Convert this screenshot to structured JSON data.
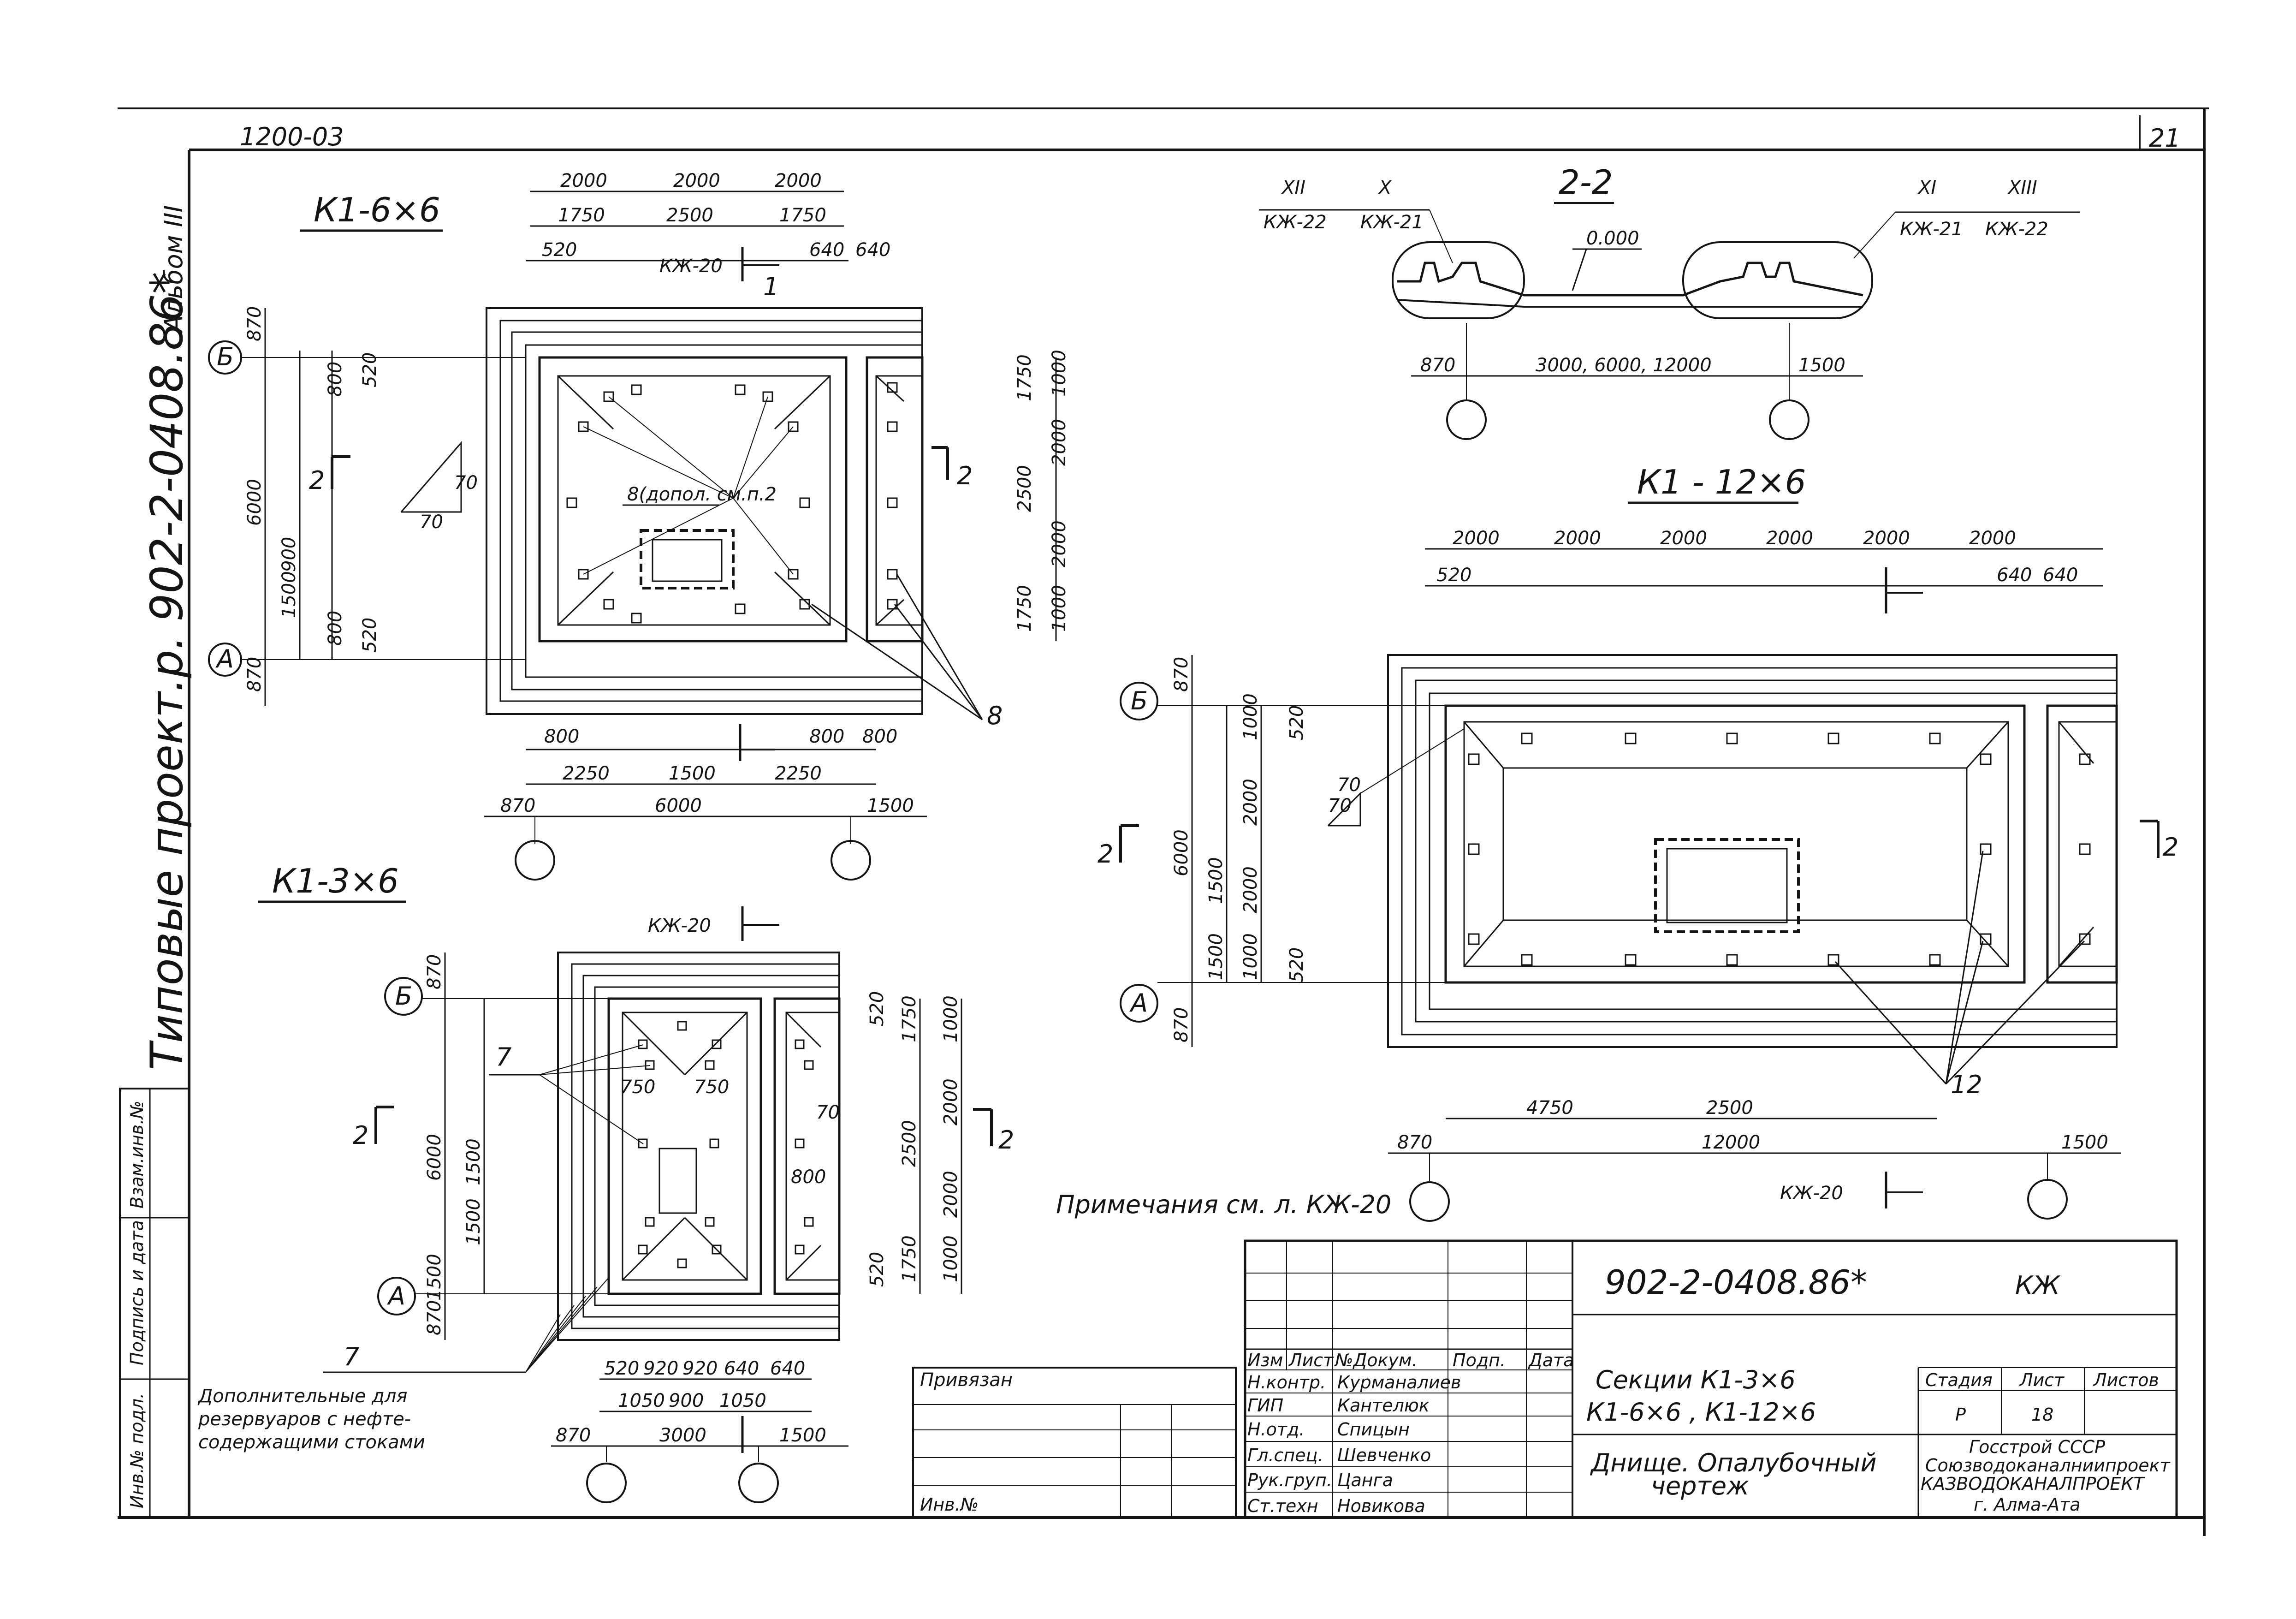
{
  "sheet": {
    "top_code": "1200-03",
    "sheet_number": "21",
    "album": "Альбом III",
    "series": "Типовые проект.р. 902-2-0408.86*"
  },
  "views": {
    "k1_6x6": {
      "title": "К1-6×6",
      "top_dims_1": [
        "2000",
        "2000",
        "2000"
      ],
      "top_dims_2": [
        "1750",
        "2500",
        "1750"
      ],
      "top_dims_3": [
        "520",
        "640",
        "640"
      ],
      "callout": "КЖ-20",
      "section_mark": "1",
      "left_dims": [
        "870",
        "800",
        "520",
        "6000",
        "900",
        "1500",
        "800",
        "520",
        "870"
      ],
      "right_dims": [
        "1750",
        "1000",
        "2000",
        "2500",
        "2000",
        "1750",
        "1000"
      ],
      "note_label": "8(допол. см.п.2",
      "bottom_dims_1": [
        "800",
        "800",
        "800"
      ],
      "bottom_dims_2": [
        "2250",
        "1500",
        "2250"
      ],
      "bottom_dims_3": [
        "870",
        "6000",
        "1500"
      ],
      "leader_8": "8",
      "axis_b": "Б",
      "axis_a": "А",
      "slope_70a": "70",
      "slope_70b": "70",
      "cut_2": "2"
    },
    "section_2_2": {
      "title": "2-2",
      "left_ref_1": "XII",
      "left_ref_1b": "КЖ-22",
      "left_ref_2": "X",
      "left_ref_2b": "КЖ-21",
      "right_ref_1": "XI",
      "right_ref_1b": "КЖ-21",
      "right_ref_2": "XIII",
      "right_ref_2b": "КЖ-22",
      "level": "0.000",
      "dims": [
        "870",
        "3000, 6000, 12000",
        "1500"
      ]
    },
    "k1_12x6": {
      "title": "К1 - 12×6",
      "top_dims_1": [
        "2000",
        "2000",
        "2000",
        "2000",
        "2000",
        "2000"
      ],
      "top_dims_2": [
        "520",
        "640",
        "640"
      ],
      "left_dims": [
        "870",
        "520",
        "1000",
        "2000",
        "6000",
        "1500",
        "2000",
        "1500",
        "1000",
        "520",
        "870"
      ],
      "bottom_dims_1": [
        "4750",
        "2500"
      ],
      "bottom_dims_2": [
        "870",
        "12000",
        "1500"
      ],
      "callout": "КЖ-20",
      "leader_12": "12",
      "slope_70a": "70",
      "slope_70b": "70"
    },
    "k1_3x6": {
      "title": "К1-3×6",
      "callout": "КЖ-20",
      "left_dims": [
        "870",
        "6000",
        "1500",
        "1500",
        "1500",
        "870"
      ],
      "right_dims_1": [
        "520",
        "1750",
        "2500",
        "1750",
        "520"
      ],
      "right_dims_2": [
        "1000",
        "2000",
        "2000",
        "1000"
      ],
      "inner_dims": [
        "750",
        "750",
        "800",
        "70"
      ],
      "bottom_dims_1": [
        "520",
        "920",
        "920",
        "640",
        "640"
      ],
      "bottom_dims_2": [
        "1050",
        "900",
        "1050"
      ],
      "bottom_dims_3": [
        "870",
        "3000",
        "1500"
      ],
      "leader_7": "7"
    }
  },
  "notes": {
    "primechaniya": "Примечания см. л. КЖ-20",
    "additional": [
      "Дополнительные для",
      "резервуаров с нефте-",
      "содержащими стоками"
    ]
  },
  "side_stamp": [
    "Инв.№ подл.",
    "Подпись и дата",
    "Взам.инв.№"
  ],
  "title_block": {
    "designation": "902-2-0408.86*",
    "mark": "КЖ",
    "privyazan": "Привязан",
    "inv_no": "Инв.№",
    "headers": [
      "Изм",
      "Лист",
      "№Докум.",
      "Подп.",
      "Дата"
    ],
    "signers": [
      {
        "role": "Н.контр.",
        "name": "Курманалиев"
      },
      {
        "role": "ГИП",
        "name": "Кантелюк"
      },
      {
        "role": "Н.отд.",
        "name": "Спицын"
      },
      {
        "role": "Гл.спец.",
        "name": "Шевченко"
      },
      {
        "role": "Рук.груп.",
        "name": "Цанга"
      },
      {
        "role": "Ст.техн",
        "name": "Новикова"
      }
    ],
    "sections_line1": "Секции К1-3×6",
    "sections_line2": "К1-6×6 , К1-12×6",
    "stage_label": "Стадия",
    "sheet_label": "Лист",
    "sheets_label": "Листов",
    "stage_value": "Р",
    "sheet_value": "18",
    "description_line1": "Днище. Опалубочный",
    "description_line2": "чертеж",
    "org": [
      "Госстрой СССР",
      "Союзводоканалниипроект",
      "КАЗВОДОКАНАЛПРОЕКТ",
      "г. Алма-Ата"
    ]
  }
}
